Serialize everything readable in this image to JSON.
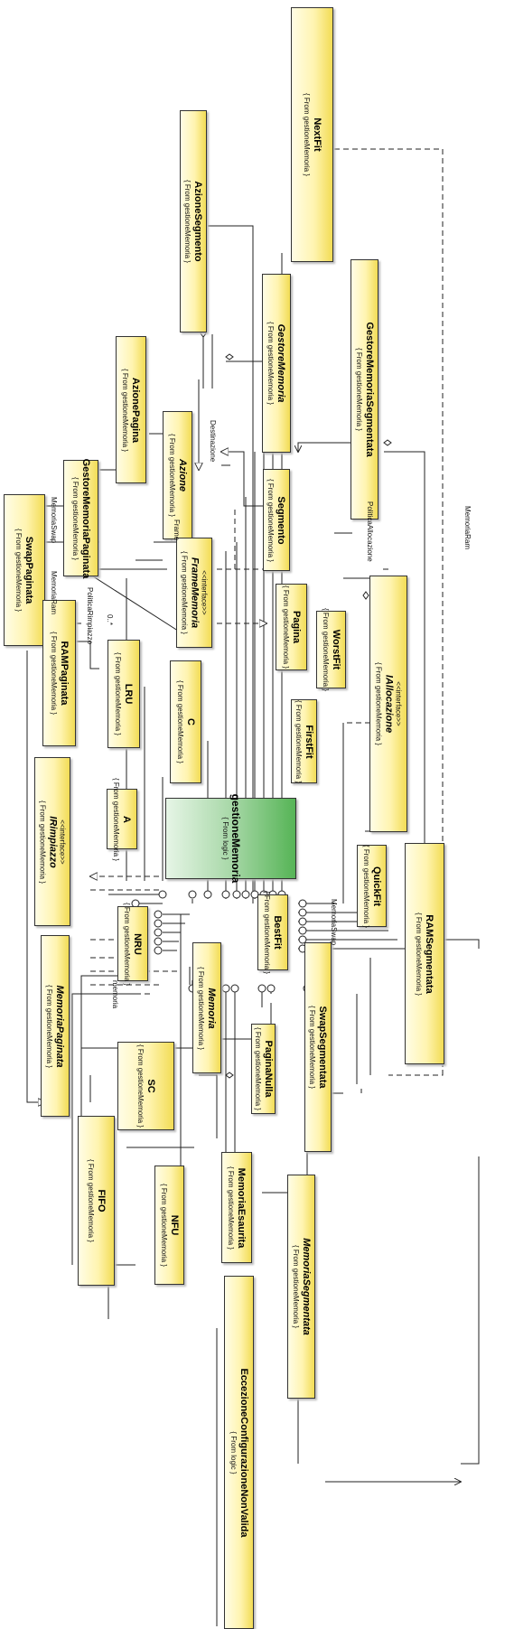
{
  "from_gm": "{ From gestioneMemoria }",
  "from_logic": "{ From logic }",
  "interface_stereotype": "<<interface>>",
  "package": {
    "name": "gestioneMemoria",
    "from": "{ From logic }"
  },
  "classes": {
    "swap_paginata": "SwapPaginata",
    "gestore_memoria_paginata": "GestoreMemoriaPaginata",
    "azione_pagina": "AzionePagina",
    "azione_segmento": "AzioneSegmento",
    "next_fit": "NextFit",
    "azione": "Azione",
    "gestore_memoria": "GestoreMemoria",
    "gestore_memoria_segmentata": "GestoreMemoriaSegmentata",
    "segmento": "Segmento",
    "frame_memoria": "FrameMemoria",
    "ram_paginata": "RAMPaginata",
    "pagina": "Pagina",
    "worst_fit": "WorstFit",
    "lru": "LRU",
    "c": "C",
    "i_allocazione": "IAllocazione",
    "first_fit": "FirstFit",
    "i_rimpiazzo": "IRimpiazzo",
    "a": "A",
    "quick_fit": "QuickFit",
    "ram_segmentata": "RAMSegmentata",
    "nru": "NRU",
    "best_fit": "BestFit",
    "memoria_paginata": "MemoriaPaginata",
    "memoria": "Memoria",
    "swap_segmentata": "SwapSegmentata",
    "pagina_nulla": "PaginaNulla",
    "sc": "SC",
    "fifo": "FIFO",
    "nfu": "NFU",
    "memoria_esaurita": "MemoriaEsaurita",
    "memoria_segmentata": "MemoriaSegmentata",
    "eccezione": "EccezioneConfigurazioneNonValida"
  },
  "labels": {
    "memoria_swap_top": "MemoriaSwap",
    "memoria_ram_top": "MemoriaRam",
    "politica_rimpiazzo": "PoliticaRimpiazzo",
    "multiplicity": "0..*",
    "frame": "Frame",
    "destinazione": "Destinazione",
    "politica_allocazione": "PoliticaAllocazione",
    "memoria_ram_right": "MemoriaRam",
    "memoria_swap_mid": "MemoriaSwap",
    "memoria": "memoria"
  }
}
